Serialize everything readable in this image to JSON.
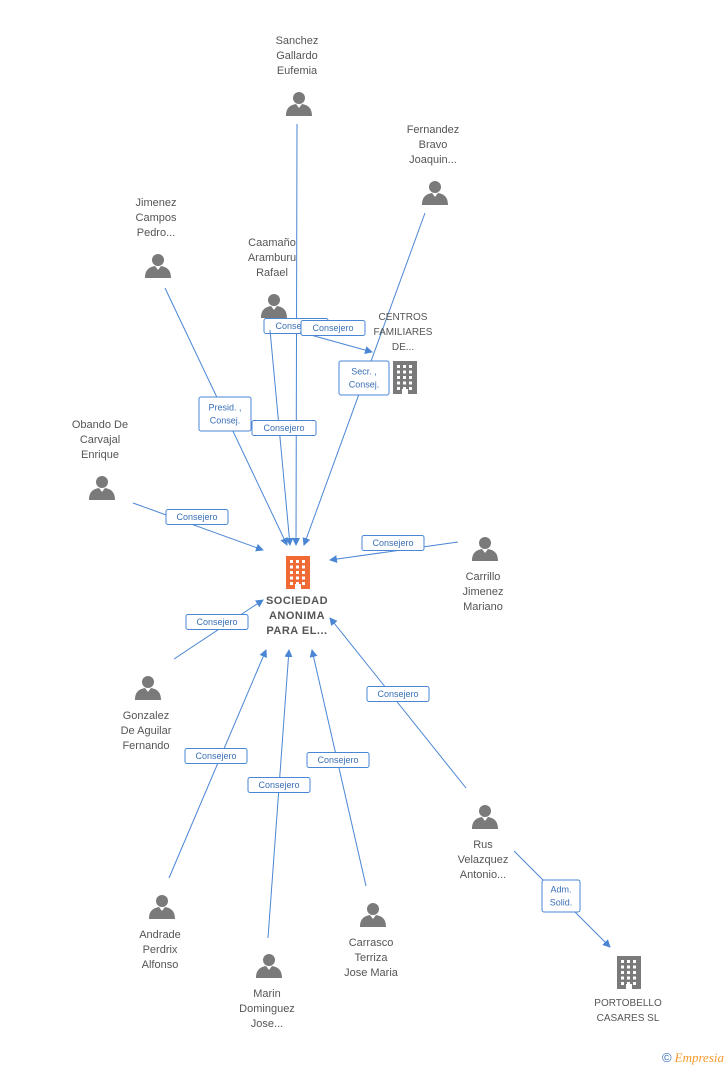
{
  "center": {
    "lines": [
      "SOCIEDAD",
      "ANONIMA",
      "PARA EL..."
    ]
  },
  "people": [
    {
      "id": "sanchez",
      "lines": [
        "Sanchez",
        "Gallardo",
        "Eufemia"
      ]
    },
    {
      "id": "fernandez",
      "lines": [
        "Fernandez",
        "Bravo",
        "Joaquin..."
      ]
    },
    {
      "id": "jimenez",
      "lines": [
        "Jimenez",
        "Campos",
        "Pedro..."
      ]
    },
    {
      "id": "caamano",
      "lines": [
        "Caamaño",
        "Aramburu",
        "Rafael"
      ]
    },
    {
      "id": "obando",
      "lines": [
        "Obando De",
        "Carvajal",
        "Enrique"
      ]
    },
    {
      "id": "carrillo",
      "lines": [
        "Carrillo",
        "Jimenez",
        "Mariano"
      ]
    },
    {
      "id": "gonzalez",
      "lines": [
        "Gonzalez",
        "De Aguilar",
        "Fernando"
      ]
    },
    {
      "id": "rus",
      "lines": [
        "Rus",
        "Velazquez",
        "Antonio..."
      ]
    },
    {
      "id": "andrade",
      "lines": [
        "Andrade",
        "Perdrix",
        "Alfonso"
      ]
    },
    {
      "id": "marin",
      "lines": [
        "Marin",
        "Dominguez",
        "Jose..."
      ]
    },
    {
      "id": "carrasco",
      "lines": [
        "Carrasco",
        "Terriza",
        "Jose Maria"
      ]
    }
  ],
  "companies": [
    {
      "id": "centros",
      "lines": [
        "CENTROS",
        "FAMILIARES",
        "DE..."
      ]
    },
    {
      "id": "portobello",
      "lines": [
        "PORTOBELLO",
        "CASARES SL"
      ]
    }
  ],
  "edges": [
    {
      "id": "sanchez-center",
      "label": [
        "Consejero"
      ]
    },
    {
      "id": "caamano-center",
      "label": [
        "Consejero"
      ]
    },
    {
      "id": "caamano-centros",
      "label": [
        "Consejero"
      ]
    },
    {
      "id": "fernandez-center",
      "label": [
        "Secr. ,",
        "Consej."
      ]
    },
    {
      "id": "jimenez-center",
      "label": [
        "Presid. ,",
        "Consej."
      ]
    },
    {
      "id": "obando-center",
      "label": [
        "Consejero"
      ]
    },
    {
      "id": "carrillo-center",
      "label": [
        "Consejero"
      ]
    },
    {
      "id": "gonzalez-center",
      "label": [
        "Consejero"
      ]
    },
    {
      "id": "rus-center",
      "label": [
        "Consejero"
      ]
    },
    {
      "id": "andrade-center",
      "label": [
        "Consejero"
      ]
    },
    {
      "id": "marin-center",
      "label": [
        "Consejero"
      ]
    },
    {
      "id": "carrasco-center",
      "label": [
        "Consejero"
      ]
    },
    {
      "id": "rus-portobello",
      "label": [
        "Adm.",
        "Solid."
      ]
    }
  ],
  "footer": {
    "copyright_symbol": "©",
    "brand": "Empresia"
  },
  "colors": {
    "edge": "#4a86d4",
    "person_icon": "#7a7a7a",
    "company_icon": "#7a7a7a",
    "main_company_icon": "#f06a35",
    "label_text": "#555555"
  }
}
